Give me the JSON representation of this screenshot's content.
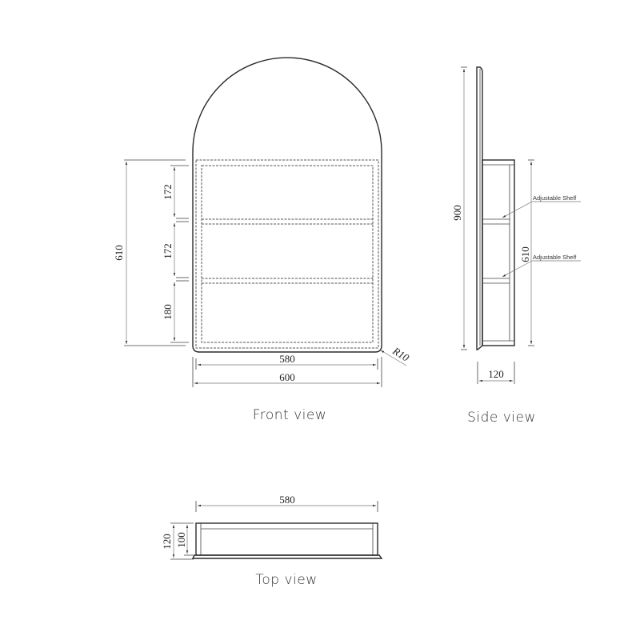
{
  "drawing": {
    "front_view": {
      "label": "Front view",
      "dims": {
        "overall_height": "610",
        "shelf_1": "172",
        "shelf_2": "172",
        "shelf_3": "180",
        "inner_width": "580",
        "outer_width": "600",
        "corner_radius": "R10"
      }
    },
    "side_view": {
      "label": "Side view",
      "dims": {
        "total_height": "900",
        "cabinet_height": "610",
        "depth": "120"
      },
      "callouts": [
        "Adjustable Shelf",
        "Adjustable Shelf"
      ]
    },
    "top_view": {
      "label": "Top view",
      "dims": {
        "inner_width": "580",
        "outer_depth": "120",
        "inner_depth": "100"
      }
    }
  }
}
